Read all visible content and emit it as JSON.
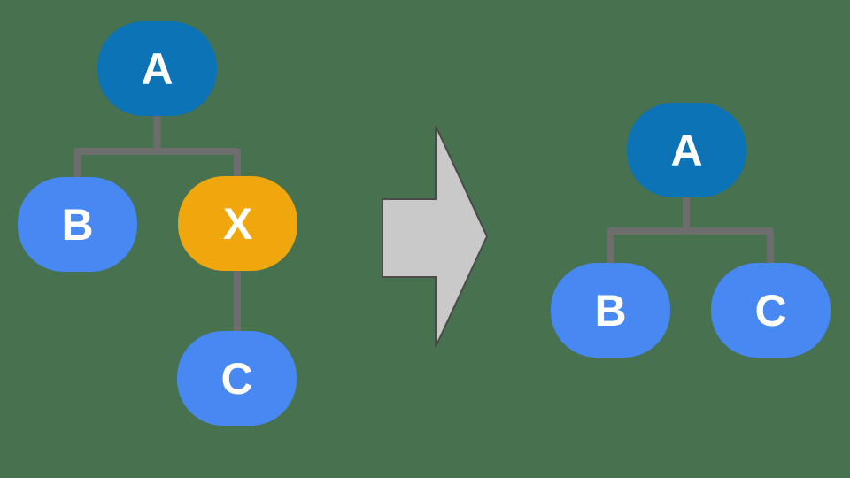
{
  "diagram": {
    "background_color": "#47714F",
    "connector_color": "#6D6D6D",
    "node_text_color": "#FFFFFF",
    "left_tree": {
      "nodes": {
        "a": {
          "label": "A",
          "color": "#0B73B6",
          "role": "root"
        },
        "b": {
          "label": "B",
          "color": "#4788F3",
          "role": "child"
        },
        "x": {
          "label": "X",
          "color": "#F0A70D",
          "role": "intermediate-child"
        },
        "c": {
          "label": "C",
          "color": "#4788F3",
          "role": "grandchild"
        }
      },
      "edges": [
        "A-B",
        "A-X",
        "X-C"
      ]
    },
    "arrow": {
      "direction": "right",
      "fill_color": "#C9C9C9",
      "outline_color": "#4B4B4B"
    },
    "right_tree": {
      "nodes": {
        "a": {
          "label": "A",
          "color": "#0B73B6",
          "role": "root"
        },
        "b": {
          "label": "B",
          "color": "#4788F3",
          "role": "child"
        },
        "c": {
          "label": "C",
          "color": "#4788F3",
          "role": "child"
        }
      },
      "edges": [
        "A-B",
        "A-C"
      ]
    }
  }
}
